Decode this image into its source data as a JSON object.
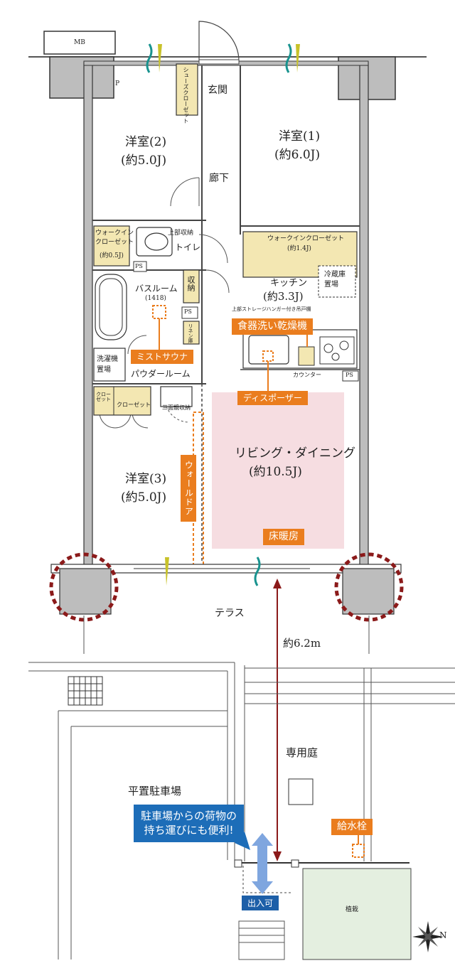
{
  "rooms": {
    "western2_name": "洋室(2)",
    "western2_size": "(約5.0J)",
    "western1_name": "洋室(1)",
    "western1_size": "(約6.0J)",
    "western3_name": "洋室(3)",
    "western3_size": "(約5.0J)",
    "entrance": "玄関",
    "hallway": "廊下",
    "toilet": "トイレ",
    "bathroom": "バスルーム",
    "bathroom_size": "(1418)",
    "kitchen": "キッチン",
    "kitchen_size": "(約3.3J)",
    "living": "リビング・ダイニング",
    "living_size": "(約10.5J)",
    "powder": "パウダールーム",
    "terrace": "テラス",
    "garden": "専用庭",
    "parking": "平置駐車場",
    "planting": "植栽"
  },
  "labels": {
    "mb": "MB",
    "p": "P",
    "ps1": "PS",
    "ps2": "PS",
    "ps3": "PS",
    "shoes_closet": "シューズクローゼット",
    "wic_small": "ウォークイン\nクローゼット",
    "wic_small_size": "(約0.5J)",
    "wic_large": "ウォークインクローゼット",
    "wic_large_size": "(約1.4J)",
    "upper_storage": "上部収納",
    "storage": "収納",
    "linen": "リネン庫",
    "fridge": "冷蔵庫\n置場",
    "washer": "洗濯機\n置場",
    "counter": "カウンター",
    "upper_hanger": "上部ストレージハンガー付き吊戸棚",
    "closet_a": "クローゼット",
    "closet_b": "クローゼット",
    "mirror_storage": "三面鏡収納",
    "distance": "約6.2m",
    "exit_ok": "出入可"
  },
  "features": {
    "dishwasher": "食器洗い乾燥機",
    "mist_sauna": "ミストサウナ",
    "disposer": "ディスポーザー",
    "wall_door": "ウォールドア",
    "floor_heating": "床暖房",
    "water_tap": "給水栓"
  },
  "callout": {
    "line1": "駐車場からの荷物の",
    "line2": "持ち運びにも便利!"
  },
  "compass": "N",
  "colors": {
    "feature_orange": "#ea7d1e",
    "callout_blue": "#1d6db8",
    "floor_heating_pink": "#f6dde1",
    "closet_yellow": "#f3e7b2",
    "arrow_red": "#8b1a1a",
    "planting_green": "#e4efe0"
  }
}
